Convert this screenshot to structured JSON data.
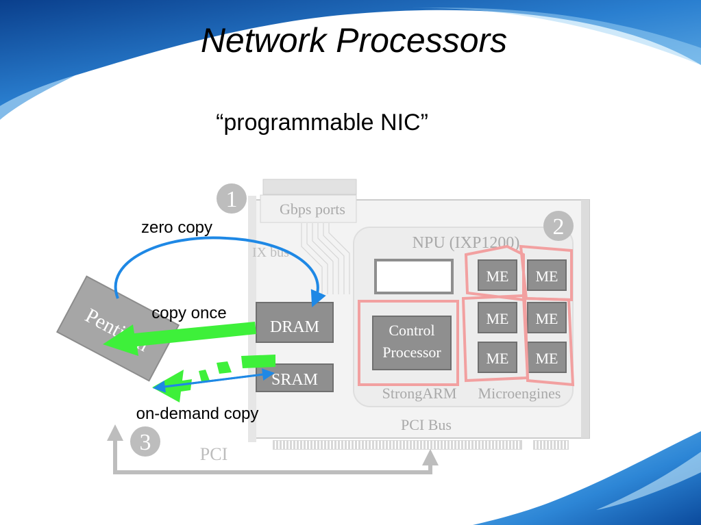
{
  "slide": {
    "title": "Network Processors",
    "subtitle": "“programmable NIC”"
  },
  "diagram": {
    "badges": [
      "1",
      "2",
      "3"
    ],
    "ports_label": "Gbps ports",
    "ix_bus_label": "IX bus",
    "npu_label": "NPU (IXP1200)",
    "dram_label": "DRAM",
    "sram_label": "SRAM",
    "control_processor_label": [
      "Control",
      "Processor"
    ],
    "me_label": "ME",
    "strongarm_label": "StrongARM",
    "microengines_label": "Microengines",
    "pci_bus_label": "PCI Bus",
    "pci_label": "PCI",
    "host_chip_label": "Pentium",
    "arrows": {
      "zero_copy": "zero copy",
      "copy_once": "copy once",
      "on_demand": "on-demand copy"
    },
    "colors": {
      "arc": "#1e88e5",
      "green": "#3ef03a",
      "highlight": "#f2a0a0"
    }
  }
}
